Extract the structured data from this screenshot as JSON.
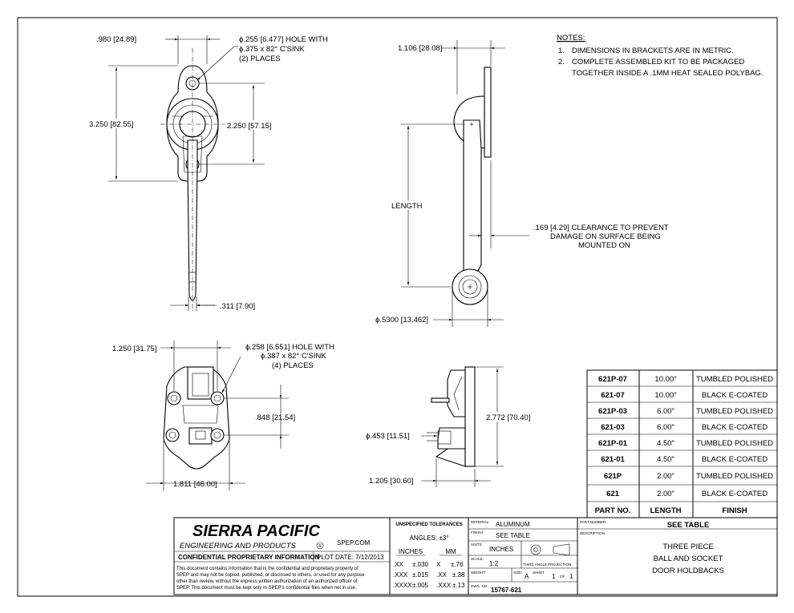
{
  "notes": {
    "title": "NOTES:",
    "items": [
      {
        "num": "1.",
        "lines": [
          "DIMENSIONS IN BRACKETS ARE IN METRIC."
        ]
      },
      {
        "num": "2.",
        "lines": [
          "COMPLETE ASSEMBLED KIT TO BE PACKAGED",
          "TOGETHER INSIDE A .1MM HEAT SEALED POLYBAG."
        ]
      }
    ]
  },
  "dims": {
    "top_width": ".980 [24.89]",
    "hole_top": [
      "ϕ.255 [6.477]  HOLE WITH",
      "ϕ.375 x 82° C'SINK",
      "(2) PLACES"
    ],
    "overall_height": "3.250 [82.55]",
    "hole_spacing": "2.250 [57.15]",
    "rod_dia": ".311 [7.90]",
    "side_depth": "1.106 [28.08]",
    "length_label": "LENGTH",
    "clearance": [
      ".169 [4.29]  CLEARANCE TO PREVENT",
      "DAMAGE ON SURFACE BEING",
      "MOUNTED ON"
    ],
    "ball_dia": "ϕ.5300 [13.462]",
    "bottom_width": "1.250 [31.75]",
    "hole_bottom": [
      "ϕ.258 [6.551]  HOLE WITH",
      "ϕ.387 x 82° C'SINK",
      "(4) PLACES"
    ],
    "bottom_spacing": ".848 [21.54]",
    "bottom_base": "1.811 [46.00]",
    "socket_dia": "ϕ.453 [11.51]",
    "socket_height": "2.772 [70.40]",
    "socket_depth": "1.205 [30.60]"
  },
  "parts_table": {
    "rows": [
      [
        "621P-07",
        "10.00\"",
        "TUMBLED POLISHED"
      ],
      [
        "621-07",
        "10.00\"",
        "BLACK E-COATED"
      ],
      [
        "621P-03",
        "6.00\"",
        "TUMBLED POLISHED"
      ],
      [
        "621-03",
        "6.00\"",
        "BLACK E-COATED"
      ],
      [
        "621P-01",
        "4.50\"",
        "TUMBLED POLISHED"
      ],
      [
        "621-01",
        "4.50\"",
        "BLACK E-COATED"
      ],
      [
        "621P",
        "2.00\"",
        "TUMBLED POLISHED"
      ],
      [
        "621",
        "2.00\"",
        "BLACK E-COATED"
      ]
    ],
    "headers": [
      "PART NO.",
      "LENGTH",
      "FINISH"
    ]
  },
  "title_block": {
    "company": "SIERRA PACIFIC",
    "company_sub": "ENGINEERING AND PRODUCTS",
    "reg_mark": "R",
    "website": "SPEP.COM",
    "confidential_title": "CONFIDENTIAL PROPRIETARY INFORMATION",
    "plot_date": "PLOT DATE:  7/12/2013",
    "confidential_text": [
      "This document contains information that is the confidential and proprietary property of",
      "SPEP and may not be copied, published, or disclosed to others, or used for any purpose",
      "other than review, without the express written authorization of an authorized officer of",
      "SPEP. This document must be kept only in SPEP's confidential files when not in use."
    ],
    "tolerances_title": "UNSPECIFIED TOLERANCES",
    "angles": "ANGLES: ±3°",
    "inches_label": "INCHES",
    "mm_label": "MM",
    "tol_rows": [
      [
        ".XX",
        "±.030",
        "X",
        "±.76"
      ],
      [
        ".XXX",
        "±.015",
        ".XX",
        "±.38"
      ],
      [
        ".XXXX",
        "±.005",
        ".XXX",
        "±.13"
      ]
    ],
    "material_label": "MATERIAL:",
    "material": "ALUMINUM",
    "finish_label": "FINISH:",
    "finish": "SEE TABLE",
    "units_label": "UNITS:",
    "units": "INCHES",
    "projection": "THIRD ANGLE PROJECTION",
    "scale_label": "SCALE:",
    "scale": "1:2",
    "weight_label": "WEIGHT:",
    "size_label": "SIZE:",
    "size": "A",
    "sheet_label": "SHEET",
    "sheet_num": "1",
    "sheet_of": "OF",
    "sheet_total": "1",
    "dwg_label": "DWG. NO.",
    "dwg_no": "15767-621",
    "partnumber_label": "PART NUMBER:",
    "partnumber": "SEE TABLE",
    "description_label": "DESCRIPTION:",
    "description": [
      "THREE PIECE",
      "BALL AND SOCKET",
      "DOOR HOLDBACKS"
    ]
  }
}
